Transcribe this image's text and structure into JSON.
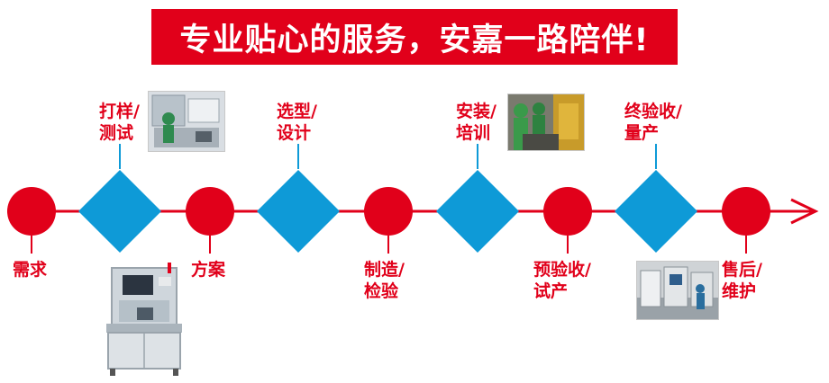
{
  "banner": {
    "title": "专业贴心的服务，安嘉一路陪伴!"
  },
  "colors": {
    "red": "#e1001a",
    "blue": "#0e9ad7",
    "white": "#ffffff"
  },
  "steps": [
    {
      "shape": "circle",
      "label": "需求",
      "position": "below"
    },
    {
      "shape": "diamond",
      "label": "打样/\n测试",
      "position": "above"
    },
    {
      "shape": "circle",
      "label": "方案",
      "position": "below"
    },
    {
      "shape": "diamond",
      "label": "选型/\n设计",
      "position": "above"
    },
    {
      "shape": "circle",
      "label": "制造/\n检验",
      "position": "below"
    },
    {
      "shape": "diamond",
      "label": "安装/\n培训",
      "position": "above"
    },
    {
      "shape": "circle",
      "label": "预验收/\n试产",
      "position": "below"
    },
    {
      "shape": "diamond",
      "label": "终验收/\n量产",
      "position": "above"
    },
    {
      "shape": "circle",
      "label": "售后/\n维护",
      "position": "below"
    }
  ],
  "photos": [
    {
      "name": "testing-lab-photo"
    },
    {
      "name": "training-photo"
    },
    {
      "name": "machine-photo"
    },
    {
      "name": "factory-photo"
    }
  ]
}
